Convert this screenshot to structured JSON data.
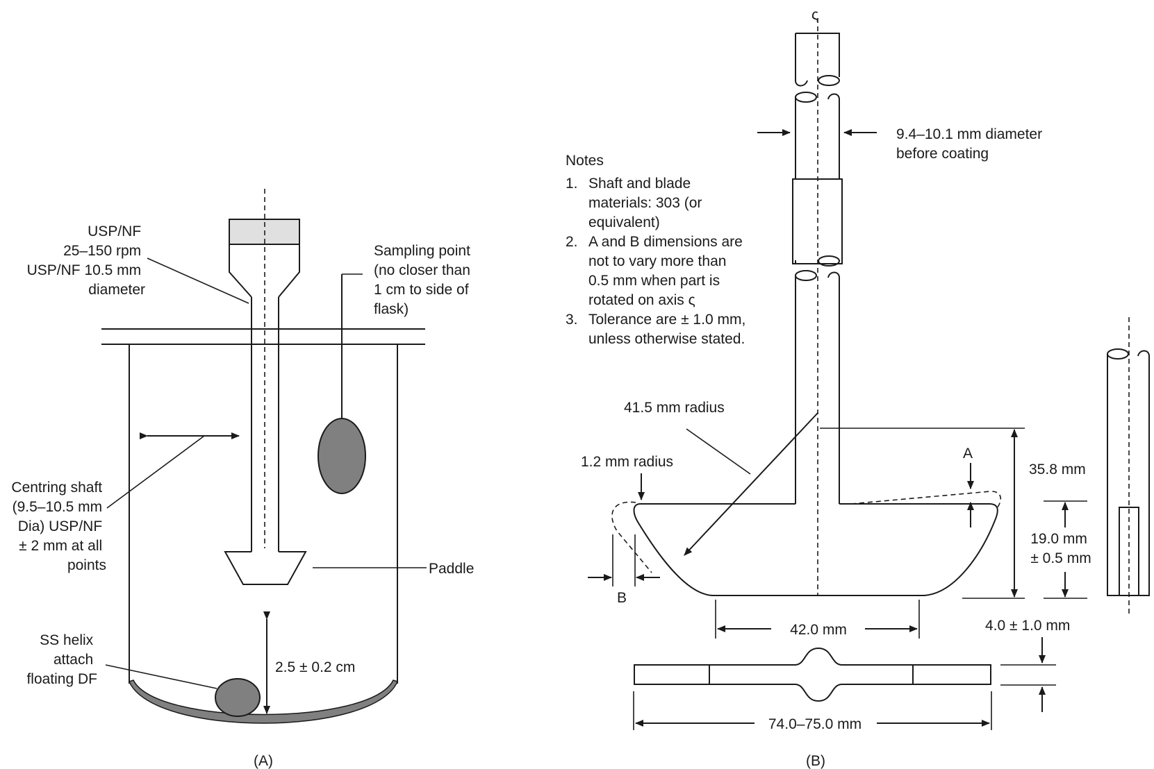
{
  "panel_a": {
    "caption": "(A)",
    "motor_label": [
      "USP/NF",
      "25–150 rpm",
      "USP/NF 10.5 mm",
      "diameter"
    ],
    "sampling_label": [
      "Sampling point",
      "(no closer than",
      "1 cm to side of",
      "flask)"
    ],
    "centring_label": [
      "Centring shaft",
      "(9.5–10.5 mm",
      "Dia) USP/NF",
      "± 2 mm at all",
      "points"
    ],
    "paddle_label": "Paddle",
    "helix_label": [
      "SS helix",
      "attach",
      "floating DF"
    ],
    "height_label": "2.5 ± 0.2 cm",
    "colors": {
      "shaded": "#808080",
      "head_fill": "#e0e0e0"
    }
  },
  "panel_b": {
    "caption": "(B)",
    "centerline_symbol": "ς",
    "shaft_diameter_label": [
      "9.4–10.1 mm diameter",
      "before coating"
    ],
    "notes_title": "Notes",
    "notes": [
      {
        "num": "1.",
        "lines": [
          "Shaft and blade",
          "materials: 303 (or",
          "equivalent)"
        ]
      },
      {
        "num": "2.",
        "lines": [
          "A and B dimensions are",
          "not to vary more than",
          "0.5 mm when part is",
          "rotated on axis ς"
        ]
      },
      {
        "num": "3.",
        "lines": [
          "Tolerance are ± 1.0 mm,",
          "unless otherwise stated."
        ]
      }
    ],
    "radius_large_label": "41.5 mm radius",
    "radius_small_label": "1.2 mm radius",
    "dim_a_label": "A",
    "dim_b_label": "B",
    "height_total_label": "35.8 mm",
    "blade_height_label": [
      "19.0 mm",
      "± 0.5 mm"
    ],
    "bottom_width_label": "42.0 mm",
    "thickness_label": "4.0 ± 1.0 mm",
    "total_width_label": "74.0–75.0 mm"
  }
}
